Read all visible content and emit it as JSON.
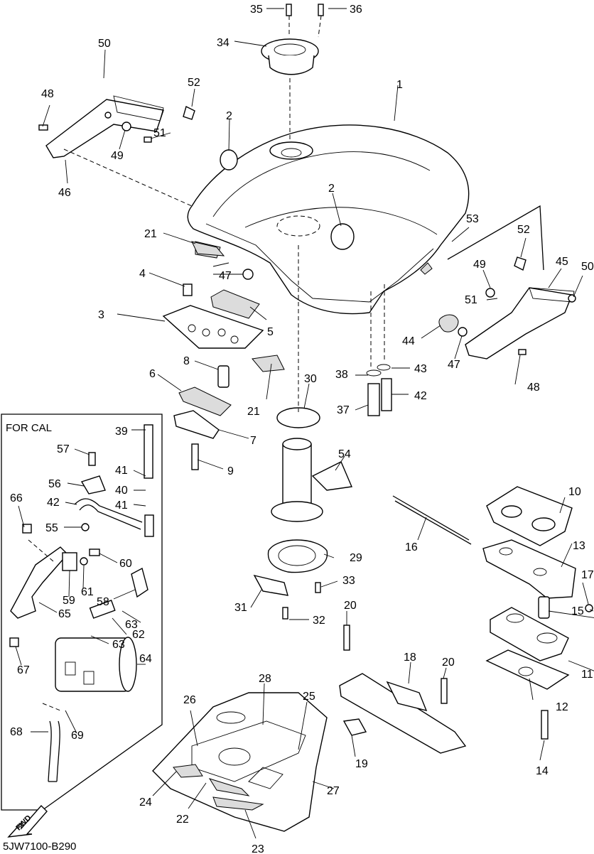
{
  "diagram": {
    "inset_title": "FOR CAL",
    "drawing_code": "5JW7100-B290",
    "fwd_label": "FWD",
    "part_numbers": [
      "1",
      "2",
      "2",
      "3",
      "4",
      "5",
      "6",
      "7",
      "8",
      "9",
      "10",
      "11",
      "12",
      "13",
      "14",
      "15",
      "16",
      "17",
      "18",
      "19",
      "20",
      "20",
      "21",
      "21",
      "22",
      "23",
      "24",
      "25",
      "26",
      "27",
      "28",
      "29",
      "30",
      "31",
      "32",
      "33",
      "34",
      "35",
      "36",
      "37",
      "38",
      "39",
      "40",
      "41",
      "41",
      "42",
      "42",
      "43",
      "44",
      "45",
      "46",
      "47",
      "47",
      "48",
      "48",
      "49",
      "49",
      "50",
      "50",
      "51",
      "51",
      "52",
      "52",
      "53",
      "54",
      "55",
      "56",
      "57",
      "58",
      "59",
      "60",
      "61",
      "62",
      "63",
      "63",
      "64",
      "65",
      "66",
      "67",
      "68",
      "69"
    ]
  }
}
